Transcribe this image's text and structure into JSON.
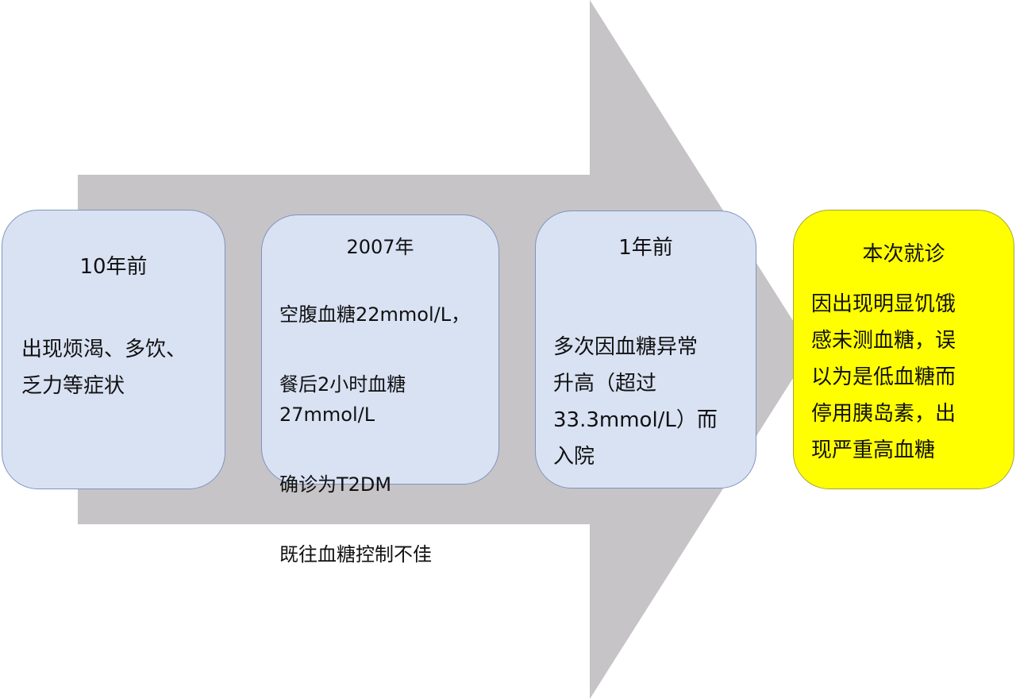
{
  "diagram": {
    "type": "timeline-arrow",
    "colors": {
      "arrow_fill": "#c6c4c6",
      "box_fill": "#d9e2f3",
      "box_border": "#7f93bf",
      "highlight_fill": "#ffff00",
      "text": "#111111"
    },
    "stages": [
      {
        "title": "10年前",
        "body": "出现烦渴、多饮、\n乏力等症状"
      },
      {
        "title": "2007年",
        "lines": [
          "空腹血糖22mmol/L，",
          "餐后2小时血糖\n27mmol/L",
          "确诊为T2DM",
          "既往血糖控制不佳"
        ]
      },
      {
        "title": "1年前",
        "body": "多次因血糖异常\n升高（超过\n33.3mmol/L）而\n入院"
      },
      {
        "title": "本次就诊",
        "body": "因出现明显饥饿\n感未测血糖，误\n以为是低血糖而\n停用胰岛素，出\n现严重高血糖"
      }
    ]
  }
}
